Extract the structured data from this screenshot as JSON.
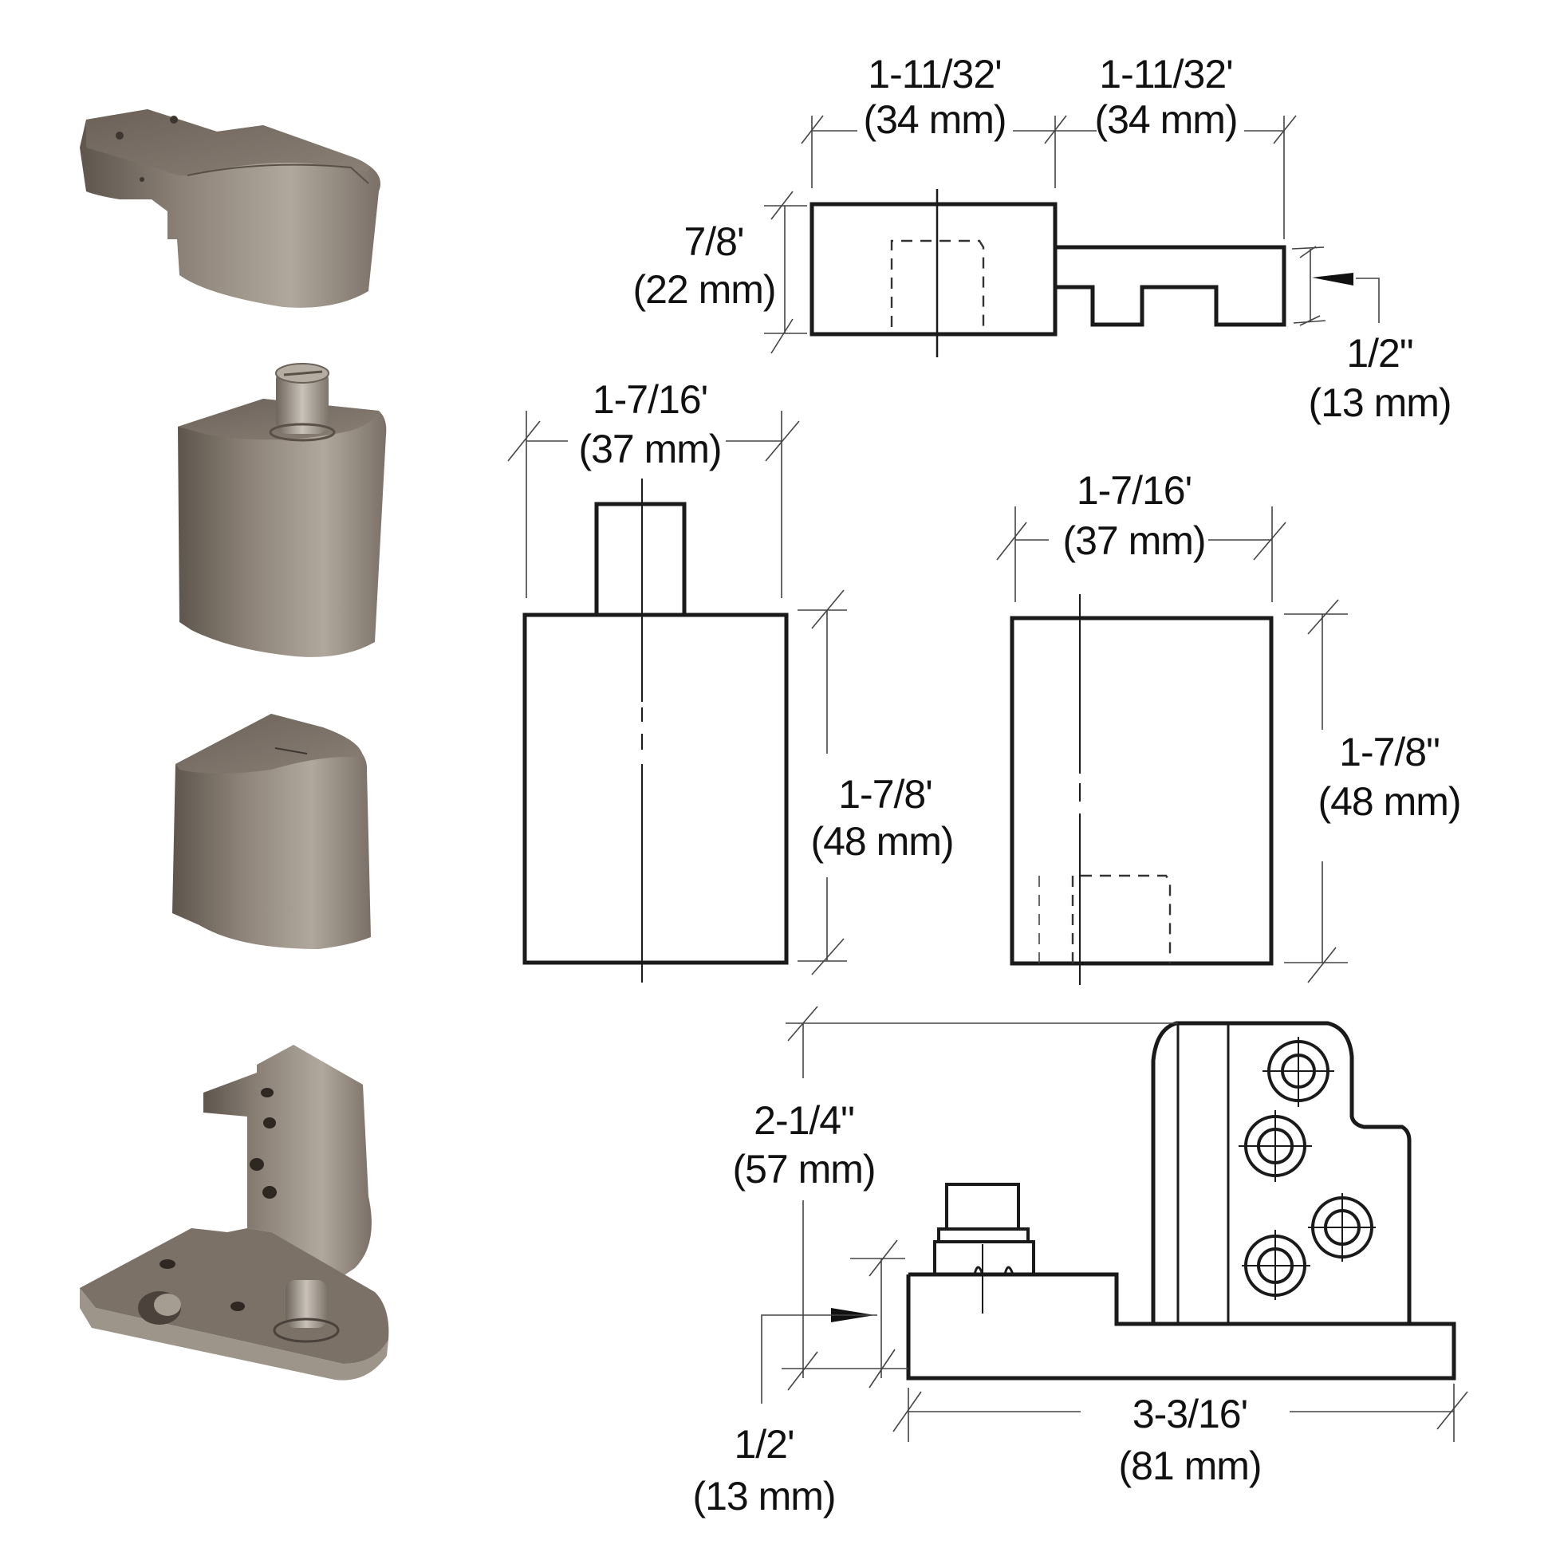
{
  "figure": {
    "photos": [
      {
        "name": "top-pivot-arm-photo",
        "description": "Top pivot with arm"
      },
      {
        "name": "pivot-with-pin-photo",
        "description": "Pivot block with pin"
      },
      {
        "name": "pivot-block-photo",
        "description": "Pivot block"
      },
      {
        "name": "bottom-pivot-bracket-photo",
        "description": "Bottom pivot bracket with pin"
      }
    ],
    "colors": {
      "metal": "#8a7f74",
      "metal_light": "#aca398",
      "metal_dark": "#5a5048",
      "line": "#1a1a1a"
    },
    "top_view": {
      "width_left": {
        "imperial": "1-11/32'",
        "metric": "(34 mm)"
      },
      "width_right": {
        "imperial": "1-11/32'",
        "metric": "(34 mm)"
      },
      "height": {
        "imperial": "7/8'",
        "metric": "(22 mm)"
      },
      "arm_thickness": {
        "imperial": "1/2\"",
        "metric": "(13 mm)"
      }
    },
    "pin_block_view": {
      "width": {
        "imperial": "1-7/16'",
        "metric": "(37 mm)"
      },
      "height": {
        "imperial": "1-7/8'",
        "metric": "(48 mm)"
      }
    },
    "socket_block_view": {
      "width": {
        "imperial": "1-7/16'",
        "metric": "(37 mm)"
      },
      "height": {
        "imperial": "1-7/8\"",
        "metric": "(48 mm)"
      }
    },
    "bracket_view": {
      "height": {
        "imperial": "2-1/4\"",
        "metric": "(57 mm)"
      },
      "base_thickness": {
        "imperial": "1/2'",
        "metric": "(13 mm)"
      },
      "length": {
        "imperial": "3-3/16'",
        "metric": "(81 mm)"
      }
    }
  }
}
